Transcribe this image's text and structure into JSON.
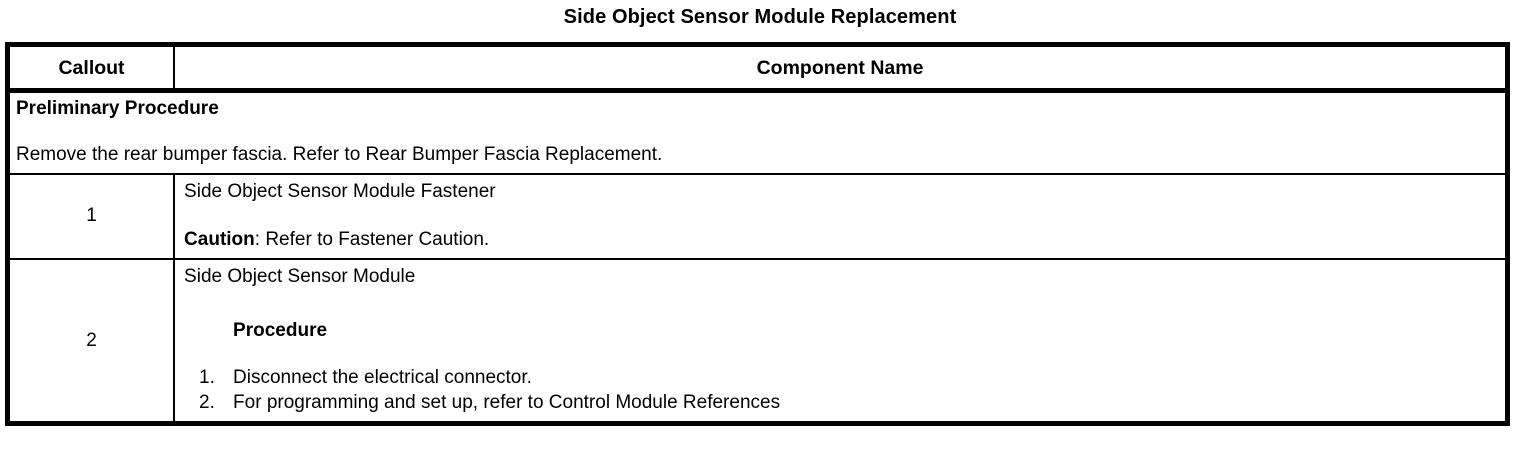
{
  "document": {
    "title": "Side Object Sensor Module Replacement"
  },
  "table": {
    "headers": {
      "callout": "Callout",
      "component_name": "Component Name"
    },
    "preliminary": {
      "heading": "Preliminary Procedure",
      "text": "Remove the rear bumper fascia. Refer to Rear Bumper Fascia Replacement."
    },
    "rows": [
      {
        "callout": "1",
        "name": "Side Object Sensor Module Fastener",
        "caution_label": "Caution",
        "caution_text": ": Refer to Fastener Caution."
      },
      {
        "callout": "2",
        "name": "Side Object Sensor Module",
        "procedure_heading": "Procedure",
        "steps": [
          {
            "num": "1.",
            "text": "Disconnect the electrical connector."
          },
          {
            "num": "2.",
            "text": "For programming and set up, refer to Control Module References"
          }
        ]
      }
    ]
  }
}
